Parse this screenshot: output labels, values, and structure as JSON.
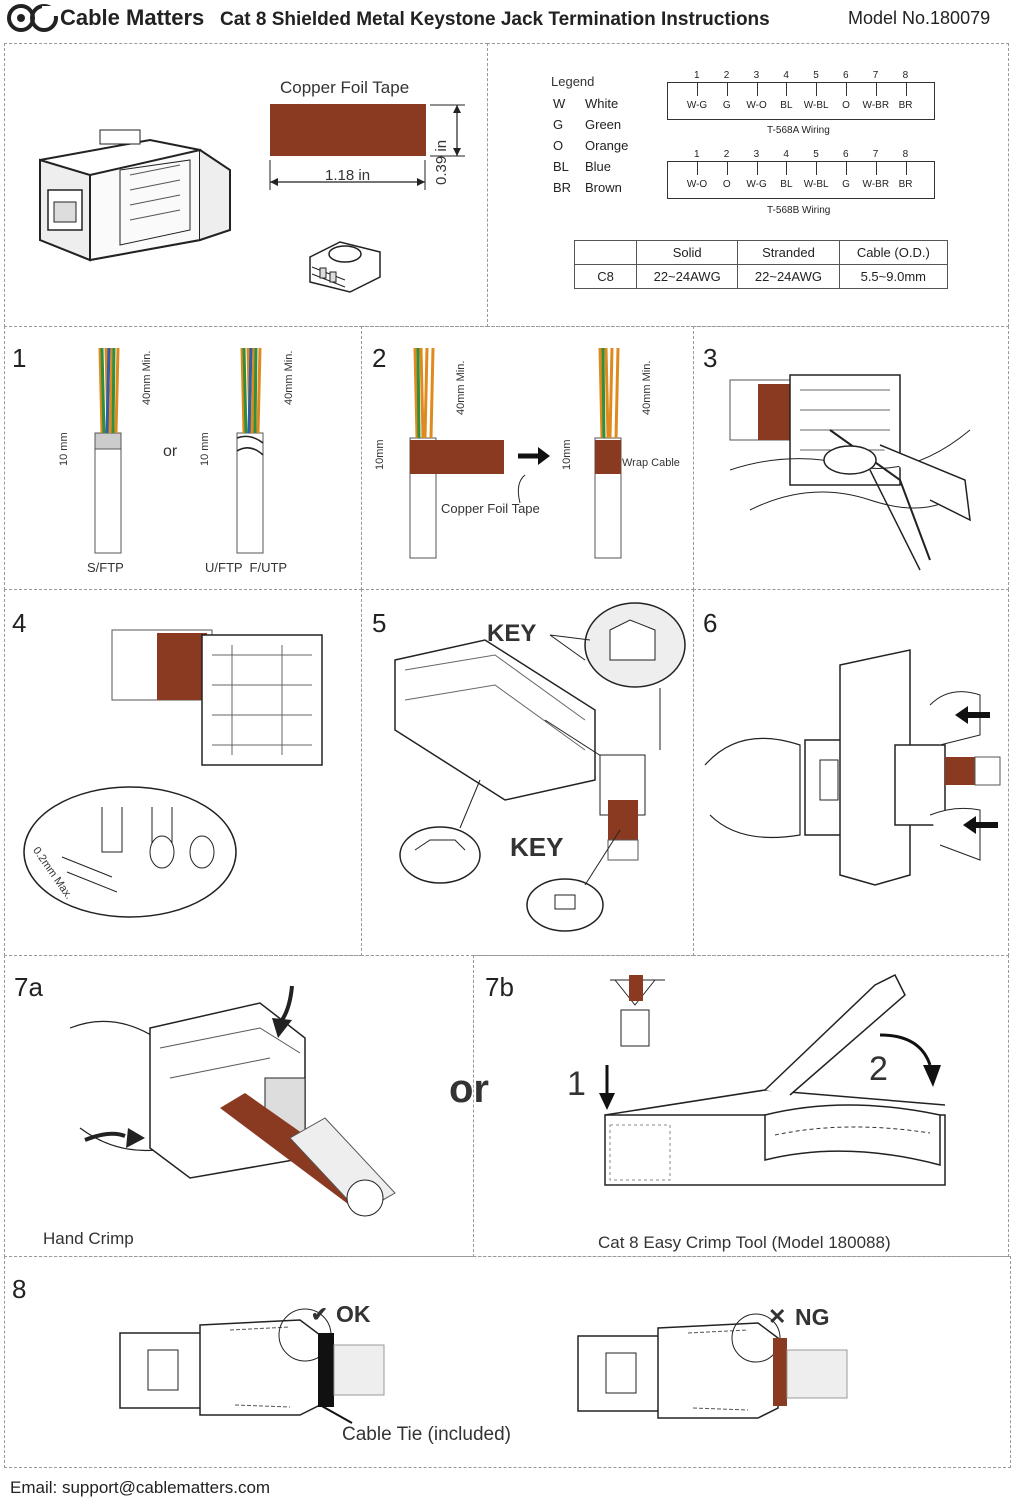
{
  "header": {
    "brand": "Cable Matters",
    "title": "Cat 8 Shielded Metal Keystone Jack Termination Instructions",
    "model": "Model No.180079"
  },
  "intro": {
    "tape_label": "Copper Foil Tape",
    "tape_width": "1.18 in",
    "tape_height": "0.39 in",
    "tape_color": "#8b3a22"
  },
  "legend": {
    "title": "Legend",
    "items": [
      {
        "code": "W",
        "name": "White"
      },
      {
        "code": "G",
        "name": "Green"
      },
      {
        "code": "O",
        "name": "Orange"
      },
      {
        "code": "BL",
        "name": "Blue"
      },
      {
        "code": "BR",
        "name": "Brown"
      }
    ]
  },
  "wiring": {
    "pins": [
      "1",
      "2",
      "3",
      "4",
      "5",
      "6",
      "7",
      "8"
    ],
    "t568a": {
      "labels": [
        "W-G",
        "G",
        "W-O",
        "BL",
        "W-BL",
        "O",
        "W-BR",
        "BR"
      ],
      "caption": "T-568A Wiring"
    },
    "t568b": {
      "labels": [
        "W-O",
        "O",
        "W-G",
        "BL",
        "W-BL",
        "G",
        "W-BR",
        "BR"
      ],
      "caption": "T-568B Wiring"
    }
  },
  "spec_table": {
    "headers": [
      "",
      "Solid",
      "Stranded",
      "Cable (O.D.)"
    ],
    "row": [
      "C8",
      "22~24AWG",
      "22~24AWG",
      "5.5~9.0mm"
    ]
  },
  "steps": {
    "s1": {
      "num": "1",
      "len_top": "40mm Min.",
      "len_bottom": "10 mm",
      "or": "or",
      "left_caption": "S/FTP",
      "right_caption": "U/FTP  F/UTP"
    },
    "s2": {
      "num": "2",
      "len_top": "40mm Min.",
      "len_bottom": "10mm",
      "tape": "Copper Foil Tape",
      "wrap": "Wrap Cable"
    },
    "s3": {
      "num": "3"
    },
    "s4": {
      "num": "4",
      "gap": "0.2mm Max."
    },
    "s5": {
      "num": "5",
      "key1": "KEY",
      "key2": "KEY"
    },
    "s6": {
      "num": "6"
    },
    "s7a": {
      "num": "7a",
      "caption": "Hand Crimp"
    },
    "or_big": "or",
    "s7b": {
      "num": "7b",
      "caption": "Cat 8 Easy Crimp Tool (Model 180088)",
      "arrow1": "1",
      "arrow2": "2"
    },
    "s8": {
      "num": "8",
      "ok": "OK",
      "ng": "NG",
      "ok_mark": "✔",
      "ng_mark": "✕",
      "tie": "Cable Tie (included)"
    }
  },
  "footer": {
    "email": "Email: support@cablematters.com"
  }
}
